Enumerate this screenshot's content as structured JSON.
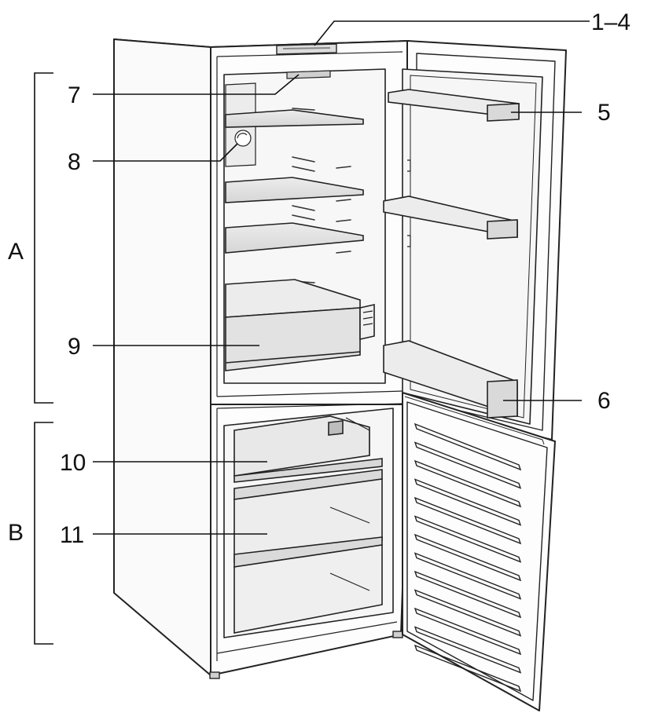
{
  "labels": {
    "top_controls": "1–4",
    "interior_light": "7",
    "temperature_sensor": "8",
    "door_shelf_upper": "5",
    "door_shelf_bottom": "6",
    "vegetable_container": "9",
    "freezer_drawer_upper": "10",
    "freezer_drawer_lower": "11",
    "section_a": "A",
    "section_b": "B"
  }
}
